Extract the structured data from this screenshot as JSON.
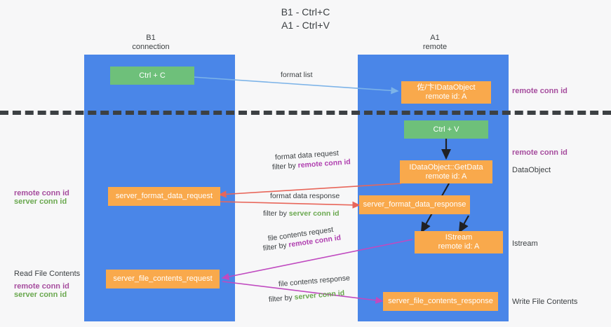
{
  "title": "B1 - Ctrl+C\nA1 - Ctrl+V",
  "lanes": [
    {
      "id": "b1",
      "label": "B1\nconnection",
      "color": "#4a86e8"
    },
    {
      "id": "a1",
      "label": "A1\nremote",
      "color": "#4a86e8"
    }
  ],
  "nodes": {
    "ctrl_c": {
      "label": "Ctrl + C",
      "color": "#6ec07a"
    },
    "ctrl_v": {
      "label": "Ctrl + V",
      "color": "#6ec07a"
    },
    "idataobject": {
      "label": "佐/卞IDataObject\nremote id: A",
      "color": "#f9a94c"
    },
    "getdata": {
      "label": "IDataObject::GetData\nremote id: A",
      "color": "#f9a94c"
    },
    "istream": {
      "label": "IStream\nremote id: A",
      "color": "#f9a94c"
    },
    "fmt_request": {
      "label": "server_format_data_request",
      "color": "#f9a94c"
    },
    "fmt_response": {
      "label": "server_format_data_response",
      "color": "#f9a94c"
    },
    "file_request": {
      "label": "server_file_contents_request",
      "color": "#f9a94c"
    },
    "file_response": {
      "label": "server_file_contents_response",
      "color": "#f9a94c"
    }
  },
  "edge_labels": {
    "format_list": "format list",
    "format_data_request": "format data request",
    "format_data_request_filter_prefix": "filter by ",
    "format_data_request_filter_key": "remote conn id",
    "format_data_response": "format data response",
    "format_data_response_filter_prefix": "filter by ",
    "format_data_response_filter_key": "server conn id",
    "file_contents_request": "file contents request",
    "file_contents_request_filter_prefix": "filter by ",
    "file_contents_request_filter_key": "remote conn id",
    "file_contents_response": "file contents response",
    "file_contents_response_filter_prefix": "filter by ",
    "file_contents_response_filter_key": "server conn id"
  },
  "annotations": {
    "right_remote_conn_id_top": "remote conn id",
    "right_remote_conn_id_mid": "remote conn id",
    "right_dataobject": "DataObject",
    "right_istream": "Istream",
    "right_write_file_contents": "Write File Contents",
    "left_remote_conn_id_1": "remote conn id",
    "left_server_conn_id_1": "server conn id",
    "left_read_file_contents": "Read File Contents",
    "left_remote_conn_id_2": "remote conn id",
    "left_server_conn_id_2": "server conn id"
  },
  "colors": {
    "lane": "#4a86e8",
    "green_node": "#6ec07a",
    "orange_node": "#f9a94c",
    "magenta": "#b040b0",
    "green_text": "#6aa84f",
    "arrow_blue": "#7cb3e8",
    "arrow_red": "#e8665a",
    "arrow_magenta": "#c04ac0",
    "arrow_black": "#202124",
    "background": "#f7f7f8",
    "dashed_divider": "#3c4043"
  }
}
